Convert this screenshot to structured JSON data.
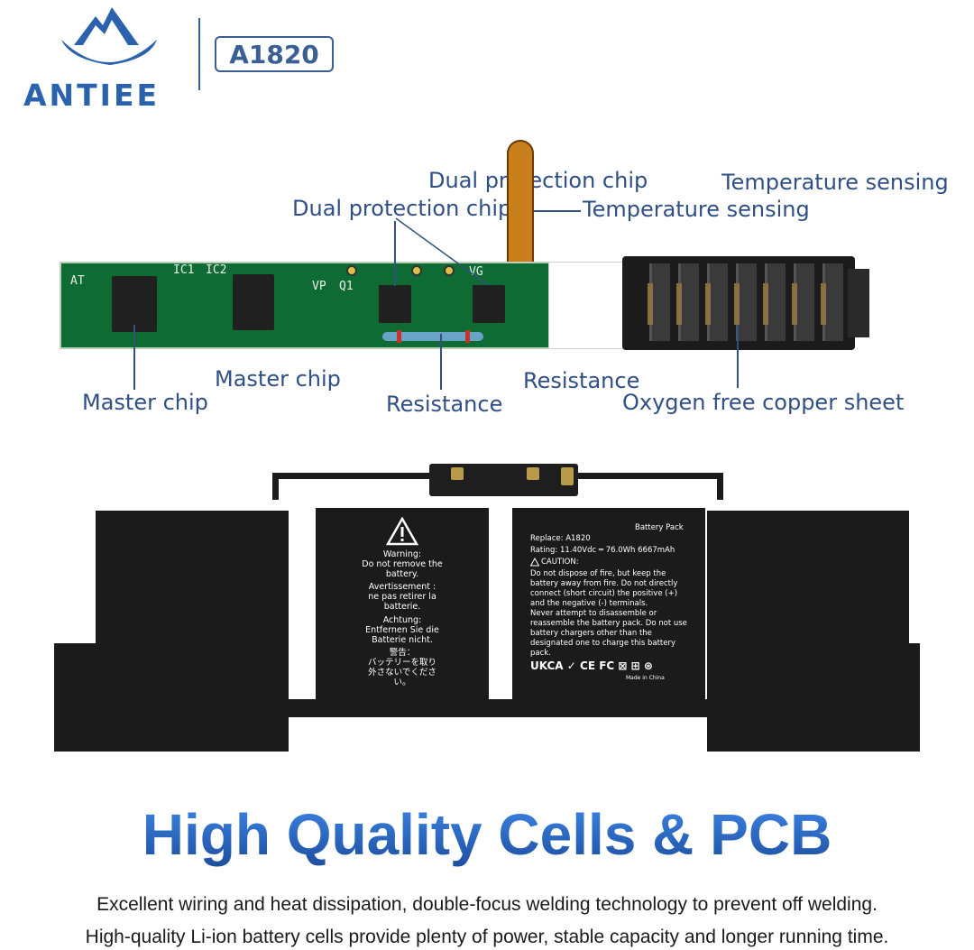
{
  "brand": {
    "name": "ANTIEE",
    "model": "A1820"
  },
  "pcb_labels": {
    "dual_protection_chip_top": "Dual protection chip",
    "dual_protection_chip": "Dual protection chip",
    "temperature_sensing_top": "Temperature sensing",
    "temperature_sensing": "Temperature sensing",
    "master_chip_upper": "Master chip",
    "master_chip_lower": "Master chip",
    "resistance_upper": "Resistance",
    "resistance_lower": "Resistance",
    "oxygen_free_copper_sheet": "Oxygen free copper sheet"
  },
  "pcb_silkscreen": {
    "ic1": "IC1",
    "ic2": "IC2",
    "vp": "VP",
    "q1": "Q1",
    "vg": "VG",
    "at": "AT"
  },
  "battery": {
    "warning_title": "Warning:",
    "warning_en": "Do not remove the battery.",
    "warning_fr_title": "Avertissement :",
    "warning_fr": "ne pas retirer la batterie.",
    "warning_de_title": "Achtung:",
    "warning_de": "Entfernen Sie die Batterie nicht.",
    "warning_jp_title": "警告：",
    "warning_jp": "バッテリーを取り外さないでください。",
    "pack_label": "Battery Pack",
    "replace": "Replace: A1820",
    "rating": "Rating: 11.40Vdc ═ 76.0Wh 6667mAh",
    "caution_title": "CAUTION:",
    "caution_1": "Do not dispose of fire, but keep the battery away from fire. Do not directly connect (short circuit) the positive (+) and the negative (-) terminals.",
    "caution_2": "Never attempt to disassemble or reassemble the battery pack. Do not use battery chargers other than the designated one to charge this battery pack.",
    "cert_marks": "UKCA ✓ CE FC ⊠ ⊞ ⊛",
    "made_in": "Made in China"
  },
  "headline": "High Quality Cells & PCB",
  "description": {
    "line1": "Excellent wiring and heat dissipation, double-focus welding technology to prevent off welding.",
    "line2": "High-quality Li-ion battery cells provide plenty of power, stable capacity and longer running time."
  },
  "colors": {
    "brand_blue": "#2b62ad",
    "label_blue": "#2f4f86",
    "pcb_green": "#0f6b34",
    "cell_black": "#1b1b1b",
    "cable_orange": "#c97f1c"
  }
}
